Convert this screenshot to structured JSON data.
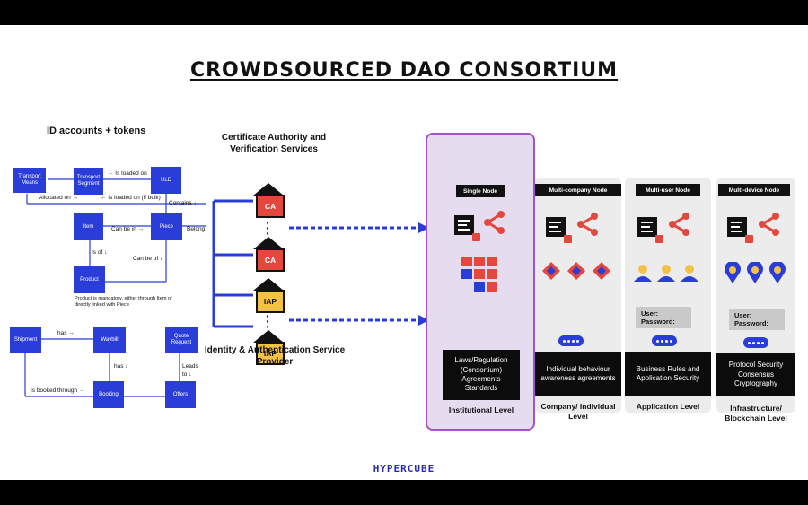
{
  "title": "CROWDSOURCED DAO CONSORTIUM",
  "er_diagram": {
    "heading": "ID accounts + tokens",
    "boxes": {
      "transport_means": "Transport Means",
      "transport_segment": "Transport Segment",
      "uld": "ULD",
      "item": "Item",
      "piece": "Piece",
      "product": "Product",
      "shipment": "Shipment",
      "waybill": "Waybill",
      "quote_request": "Quote Request",
      "booking": "Booking",
      "offers": "Offers"
    },
    "labels": {
      "is_loaded_on": "← Is loaded on",
      "allocated_on": "Allocated on →",
      "is_loaded_on_bulk": "← Is loaded on (if bulk)",
      "contains": "Contains ↓",
      "can_be_in": "Can be in →",
      "belongs": "Belong",
      "is_of": "Is of ↓",
      "can_be_of": "Can be of ↓",
      "has": "has →",
      "has_down": "has ↓",
      "leads_to": "Leads to ↓",
      "is_booked_through": "Is booked through →"
    },
    "note": "Product is mandatory, either through Item or directly linked with Piece"
  },
  "cert": {
    "top_title": "Certificate Authority and Verification Services",
    "bottom_title": "Identity & Authentication Service Provider",
    "nodes": [
      "CA",
      "CA",
      "IAP",
      "IAP"
    ]
  },
  "panels": [
    {
      "tag": "Single Node",
      "box": "Laws/Regulation (Consortium) Agreements Standards",
      "level": "Institutional Level"
    },
    {
      "tag": "Multi-company Node",
      "box": "Individual behaviour awareness agreements",
      "level": "Company/ Individual Level"
    },
    {
      "tag": "Multi-user Node",
      "creds": "User: Password:",
      "box": "Business Rules and Application Security",
      "level": "Application Level"
    },
    {
      "tag": "Multi-device Node",
      "creds": "User: Password:",
      "box": "Protocol Security Consensus Cryptography",
      "level": "Infrastructure/ Blockchain Level"
    }
  ],
  "creds": {
    "user": "User:",
    "password": "Password:"
  },
  "footer_logo": "HYPERCUBE",
  "colors": {
    "blue": "#2b3dd8",
    "red": "#e4473e",
    "yellow": "#f3c245",
    "highlight": "#a552c6"
  }
}
